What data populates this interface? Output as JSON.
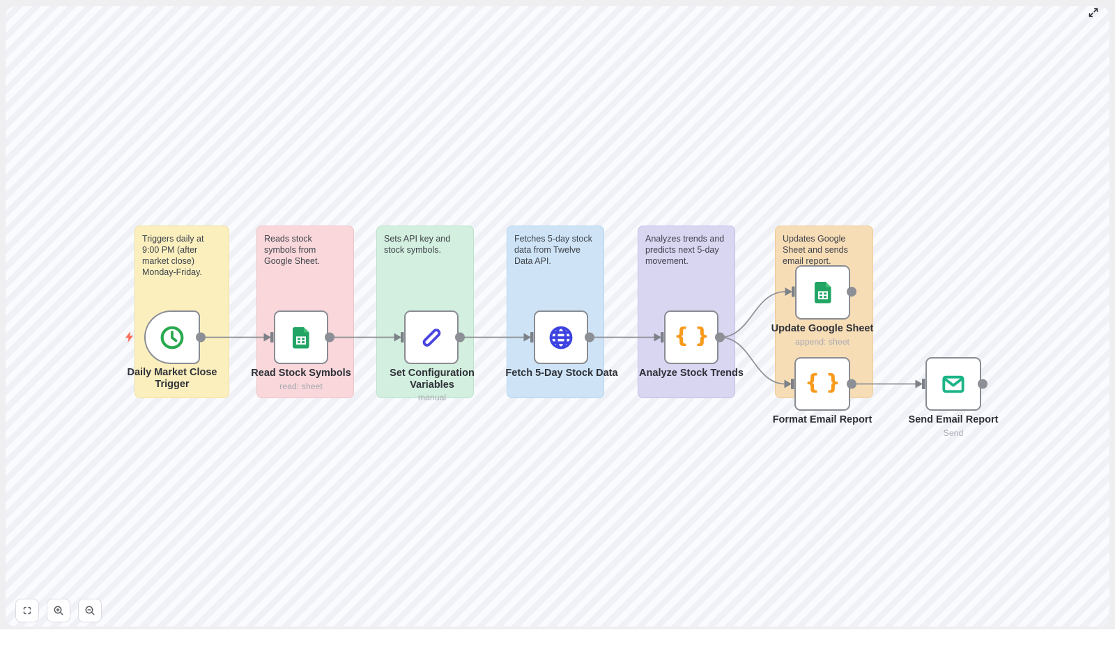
{
  "canvas": {
    "background_light": "#FAFBFE",
    "background_stripe": "#F0F1F7",
    "page_margin_color": "#EFEFF2",
    "edge_color": "#8F9297"
  },
  "nodes": [
    {
      "name": "Daily Market Close Trigger",
      "subtitle": "",
      "icon": "clock",
      "icon_color": "#29A94E",
      "type": "schedule-trigger"
    },
    {
      "name": "Read Stock Symbols",
      "subtitle": "read: sheet",
      "icon": "google-sheets",
      "icon_color": "#21A464",
      "type": "google-sheets"
    },
    {
      "name": "Set Configuration Variables",
      "subtitle": "manual",
      "icon": "pencil",
      "icon_color": "#4A46E0",
      "type": "set"
    },
    {
      "name": "Fetch 5-Day Stock Data",
      "subtitle": "",
      "icon": "globe",
      "icon_color": "#3D43E0",
      "type": "http-request"
    },
    {
      "name": "Analyze Stock Trends",
      "subtitle": "",
      "icon": "code-braces",
      "glyph": "{ }",
      "icon_color": "#F89A1C",
      "type": "code"
    },
    {
      "name": "Update Google Sheet",
      "subtitle": "append: sheet",
      "icon": "google-sheets",
      "icon_color": "#21A464",
      "type": "google-sheets"
    },
    {
      "name": "Format Email Report",
      "subtitle": "",
      "icon": "code-braces",
      "glyph": "{ }",
      "icon_color": "#F89A1C",
      "type": "code"
    },
    {
      "name": "Send Email Report",
      "subtitle": "Send",
      "icon": "envelope",
      "icon_color": "#1CB487",
      "type": "email-send"
    }
  ],
  "notes": [
    {
      "text": "Triggers daily at 9:00 PM (after market close) Monday-Friday.",
      "bg": "#FBEFBE"
    },
    {
      "text": "Reads stock symbols from Google Sheet.",
      "bg": "#F9D7DA"
    },
    {
      "text": "Sets API key and stock symbols.",
      "bg": "#D3EFDF"
    },
    {
      "text": "Fetches 5-day stock data from Twelve Data API.",
      "bg": "#CEE4F6"
    },
    {
      "text": "Analyzes trends and predicts next 5-day movement.",
      "bg": "#D9D6F2"
    },
    {
      "text": "Updates Google Sheet and sends email report.",
      "bg": "#F7DDB6"
    }
  ],
  "controls": {
    "icons": [
      "fit-view",
      "zoom-in",
      "zoom-out",
      "expand"
    ],
    "bolt_color": "#F96A57"
  }
}
